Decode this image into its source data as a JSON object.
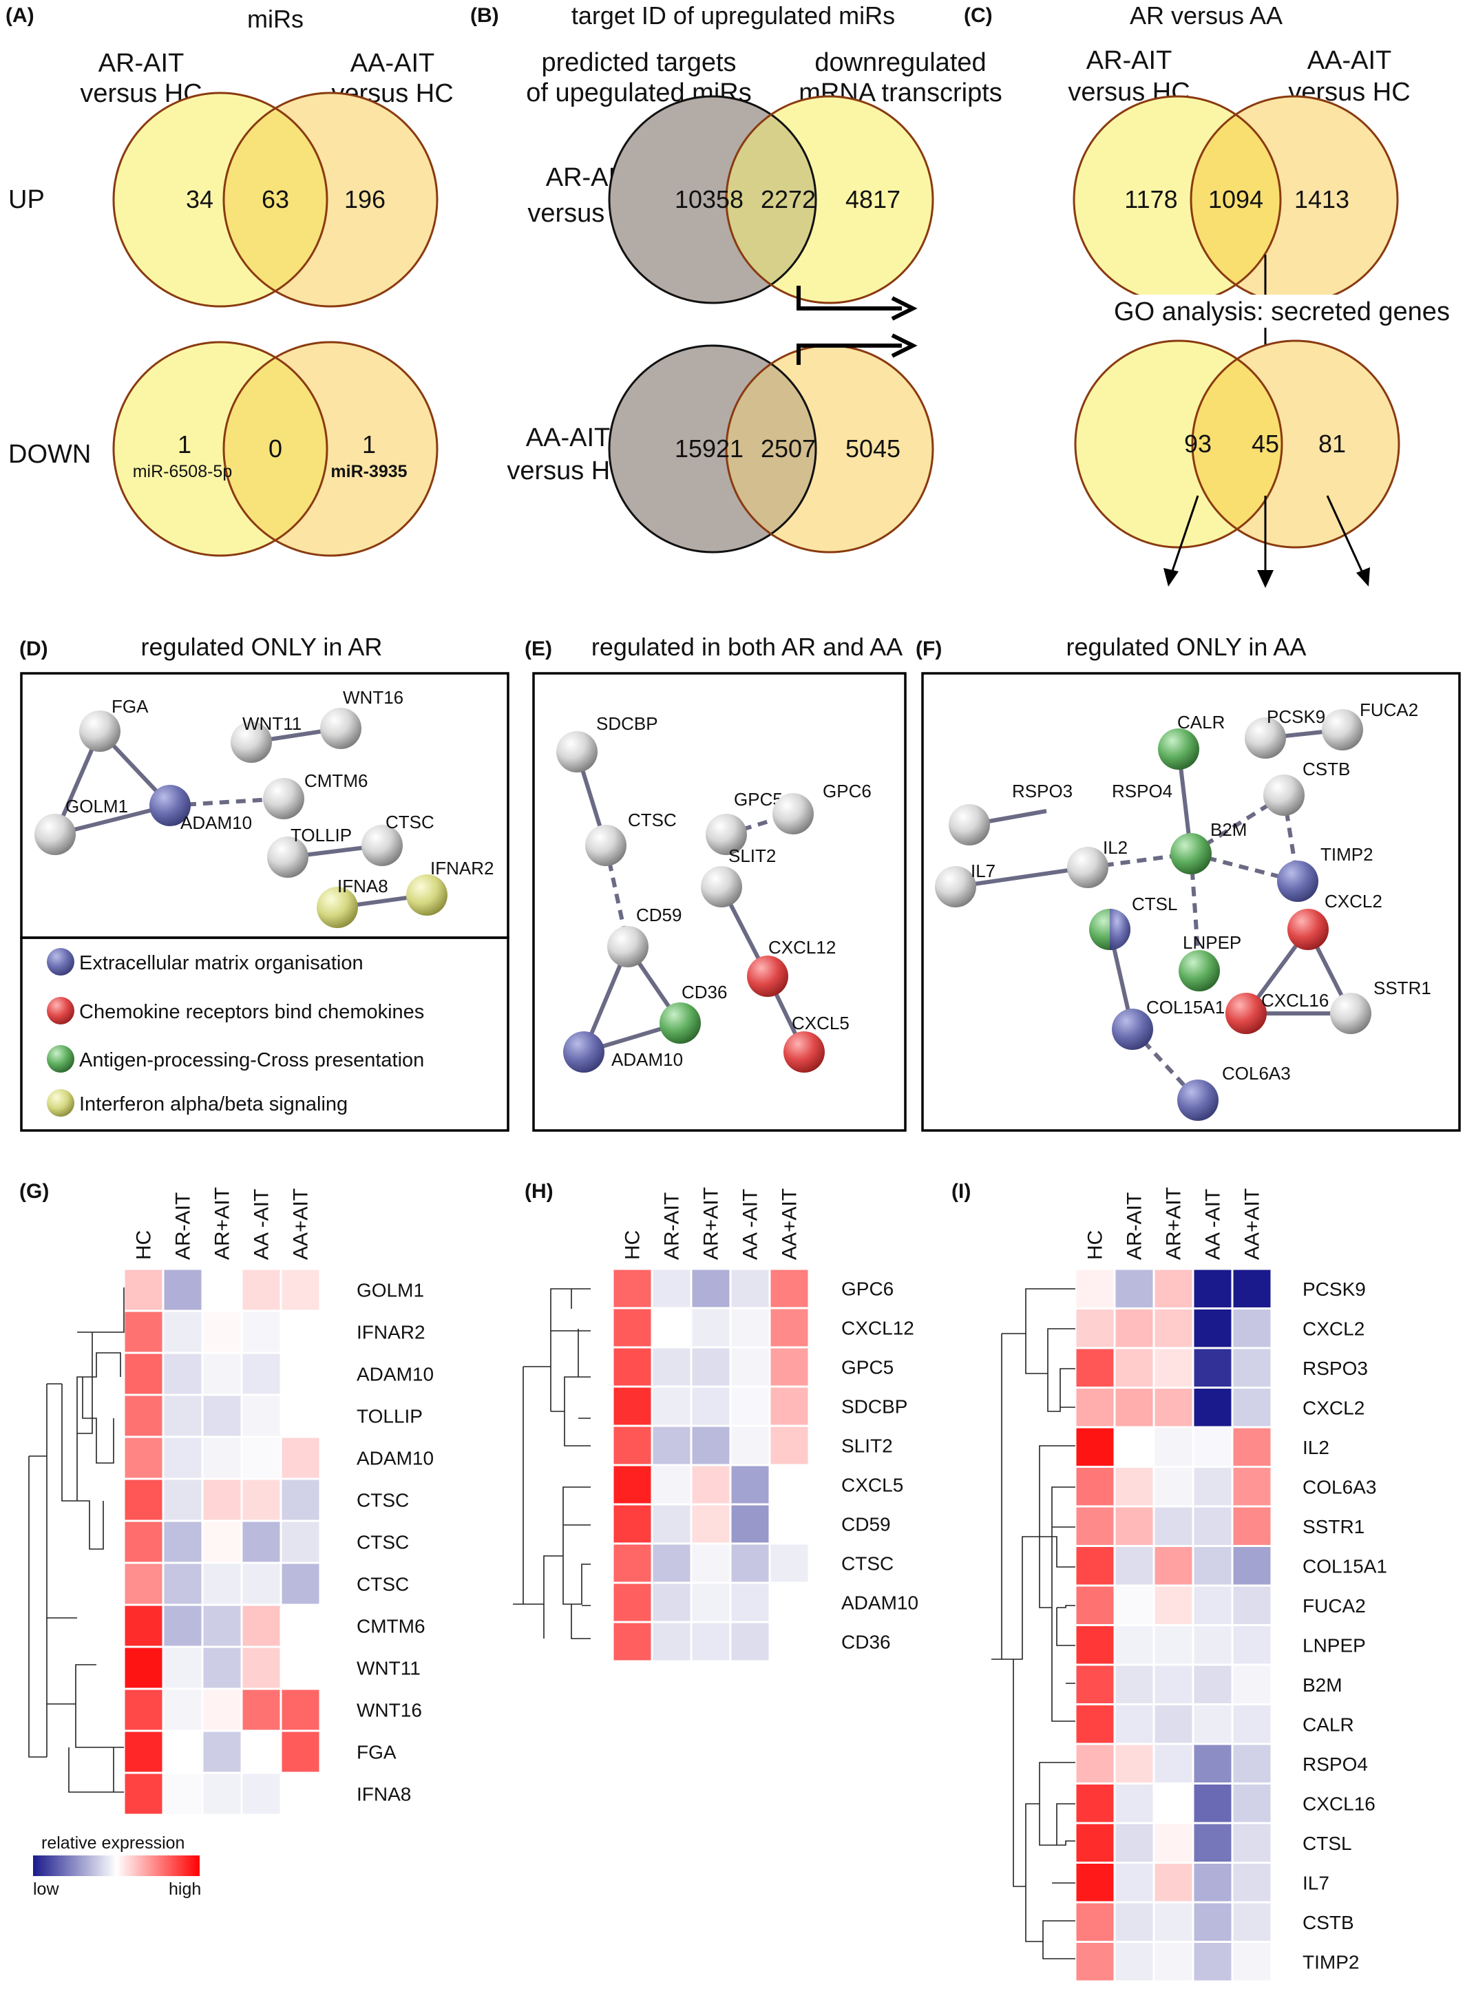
{
  "colors": {
    "light_yellow": "#fbf6a6",
    "light_orange": "#fbe4a4",
    "overlap": "#f7e37a",
    "gray": "#b3aba6",
    "circle_border": "#8a3a10",
    "purple": "#5b5fa3",
    "red": "#d94040",
    "green": "#5aa35a",
    "olive": "#cfd27a",
    "node_gray": "#c8c8c8"
  },
  "panelA": {
    "label": "(A)",
    "title": "miRs",
    "left_header": [
      "AR-AIT",
      "versus HC"
    ],
    "right_header": [
      "AA-AIT",
      "versus HC"
    ],
    "up_label": "UP",
    "down_label": "DOWN",
    "up_values": [
      "34",
      "63",
      "196"
    ],
    "down_values": [
      "1",
      "0",
      "1"
    ],
    "down_left_sub": "miR-6508-5p",
    "down_right_sub": "miR-3935"
  },
  "panelB": {
    "label": "(B)",
    "title": "target ID of upregulated miRs",
    "left_header": [
      "predicted targets",
      "of upegulated miRs"
    ],
    "right_header": [
      "downregulated",
      "mRNA transcripts"
    ],
    "row1_label": [
      "AR-AIT",
      "versus HC"
    ],
    "row2_label": [
      "AA-AIT",
      "versus HC"
    ],
    "row1_values": [
      "10358",
      "2272",
      "4817"
    ],
    "row2_values": [
      "15921",
      "2507",
      "5045"
    ]
  },
  "panelC": {
    "label": "(C)",
    "title": "AR versus AA",
    "left_header": [
      "AR-AIT",
      "versus HC"
    ],
    "right_header": [
      "AA-AIT",
      "versus HC"
    ],
    "top_values": [
      "1178",
      "1094",
      "1413"
    ],
    "go_label": "GO analysis: secreted genes",
    "bottom_values": [
      "93",
      "45",
      "81"
    ]
  },
  "panelD": {
    "label": "(D)",
    "title": "regulated ONLY in AR",
    "nodes": [
      "FGA",
      "WNT11",
      "WNT16",
      "CMTM6",
      "GOLM1",
      "ADAM10",
      "TOLLIP",
      "CTSC",
      "IFNA8",
      "IFNAR2"
    ],
    "legend": [
      "Extracellular matrix organisation",
      "Chemokine receptors bind chemokines",
      "Antigen-processing-Cross presentation",
      "Interferon alpha/beta signaling"
    ]
  },
  "panelE": {
    "label": "(E)",
    "title": "regulated in both AR and AA",
    "nodes": [
      "SDCBP",
      "CTSC",
      "GPC5",
      "GPC6",
      "SLIT2",
      "CD59",
      "CXCL12",
      "CD36",
      "ADAM10",
      "CXCL5"
    ]
  },
  "panelF": {
    "label": "(F)",
    "title": "regulated ONLY in AA",
    "nodes": [
      "CALR",
      "PCSK9",
      "FUCA2",
      "RSPO3",
      "RSPO4",
      "CSTB",
      "B2M",
      "TIMP2",
      "IL7",
      "IL2",
      "CXCL2",
      "CTSL",
      "LNPEP",
      "COL15A1",
      "CXCL16",
      "SSTR1",
      "COL6A3"
    ]
  },
  "heatmaps": {
    "columns": [
      "HC",
      "AR-AIT",
      "AR+AIT",
      "AA -AIT",
      "AA+AIT"
    ],
    "G": {
      "label": "(G)",
      "genes": [
        "GOLM1",
        "IFNAR2",
        "ADAM10",
        "TOLLIP",
        "ADAM10",
        "CTSC",
        "CTSC",
        "CTSC",
        "CMTM6",
        "WNT11",
        "WNT16",
        "FGA",
        "IFNA8"
      ],
      "values": [
        [
          0.25,
          -0.35,
          0,
          0.15,
          0.12
        ],
        [
          0.6,
          -0.08,
          0.03,
          -0.04,
          0
        ],
        [
          0.65,
          -0.14,
          -0.05,
          -0.1,
          0
        ],
        [
          0.6,
          -0.12,
          -0.14,
          -0.05,
          0
        ],
        [
          0.52,
          -0.1,
          -0.05,
          -0.02,
          0.18
        ],
        [
          0.72,
          -0.12,
          0.18,
          0.15,
          -0.2
        ],
        [
          0.62,
          -0.28,
          0.04,
          -0.3,
          -0.12
        ],
        [
          0.48,
          -0.25,
          -0.08,
          -0.08,
          -0.3
        ],
        [
          0.9,
          -0.3,
          -0.22,
          0.25,
          0
        ],
        [
          1.0,
          -0.06,
          -0.22,
          0.2,
          0
        ],
        [
          0.78,
          -0.05,
          0.05,
          0.6,
          0.65
        ],
        [
          0.92,
          0,
          -0.22,
          0,
          0.7
        ],
        [
          0.8,
          -0.02,
          -0.06,
          -0.07,
          0
        ]
      ]
    },
    "H": {
      "label": "(H)",
      "genes": [
        "GPC6",
        "CXCL12",
        "GPC5",
        "SDCBP",
        "SLIT2",
        "CXCL5",
        "CD59",
        "CTSC",
        "ADAM10",
        "CD36"
      ],
      "values": [
        [
          0.65,
          -0.1,
          -0.35,
          -0.12,
          0.55
        ],
        [
          0.7,
          0,
          -0.08,
          -0.05,
          0.5
        ],
        [
          0.75,
          -0.12,
          -0.15,
          -0.05,
          0.4
        ],
        [
          0.88,
          -0.08,
          -0.1,
          -0.03,
          0.3
        ],
        [
          0.72,
          -0.25,
          -0.3,
          -0.05,
          0.22
        ],
        [
          0.95,
          -0.05,
          0.18,
          -0.4,
          0
        ],
        [
          0.82,
          -0.12,
          0.14,
          -0.45,
          0
        ],
        [
          0.65,
          -0.25,
          -0.05,
          -0.25,
          -0.08
        ],
        [
          0.68,
          -0.15,
          -0.06,
          -0.1,
          0
        ],
        [
          0.68,
          -0.12,
          -0.1,
          -0.15,
          0
        ]
      ]
    },
    "I": {
      "label": "(I)",
      "genes": [
        "PCSK9",
        "CXCL2",
        "RSPO3",
        "CXCL2",
        "IL2",
        "COL6A3",
        "SSTR1",
        "COL15A1",
        "FUCA2",
        "LNPEP",
        "B2M",
        "CALR",
        "RSPO4",
        "CXCL16",
        "CTSL",
        "IL7",
        "CSTB",
        "TIMP2"
      ],
      "values": [
        [
          0.06,
          -0.3,
          0.25,
          -1.0,
          -1.0
        ],
        [
          0.2,
          0.28,
          0.22,
          -1.0,
          -0.25
        ],
        [
          0.72,
          0.22,
          0.12,
          -0.9,
          -0.2
        ],
        [
          0.35,
          0.35,
          0.3,
          -1.0,
          -0.2
        ],
        [
          1.0,
          0,
          -0.05,
          -0.03,
          0.5
        ],
        [
          0.58,
          0.15,
          -0.05,
          -0.12,
          0.45
        ],
        [
          0.5,
          0.3,
          -0.15,
          -0.15,
          0.5
        ],
        [
          0.78,
          -0.15,
          0.4,
          -0.2,
          -0.4
        ],
        [
          0.6,
          -0.02,
          0.12,
          -0.1,
          -0.15
        ],
        [
          0.85,
          -0.06,
          -0.06,
          -0.08,
          -0.1
        ],
        [
          0.75,
          -0.12,
          -0.1,
          -0.15,
          -0.05
        ],
        [
          0.8,
          -0.1,
          -0.15,
          -0.08,
          -0.1
        ],
        [
          0.3,
          0.15,
          -0.1,
          -0.5,
          -0.2
        ],
        [
          0.85,
          -0.1,
          0,
          -0.65,
          -0.2
        ],
        [
          0.9,
          -0.15,
          0.05,
          -0.6,
          -0.15
        ],
        [
          0.98,
          -0.1,
          0.2,
          -0.35,
          -0.15
        ],
        [
          0.55,
          -0.12,
          -0.08,
          -0.3,
          -0.12
        ],
        [
          0.5,
          -0.08,
          -0.05,
          -0.25,
          -0.05
        ]
      ]
    }
  },
  "legend_bar": {
    "title": "relative expression",
    "low": "low",
    "high": "high"
  }
}
